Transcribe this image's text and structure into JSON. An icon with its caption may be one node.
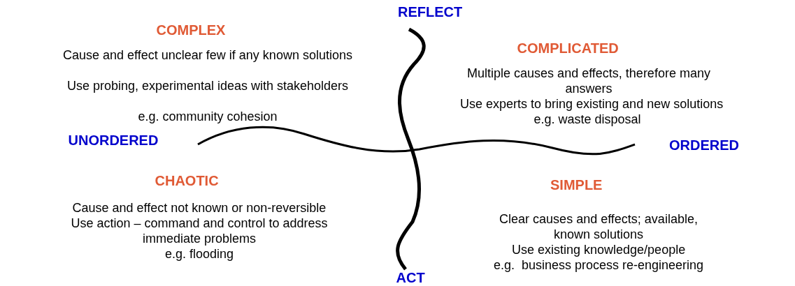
{
  "diagram": {
    "labels": [
      "REFLECT",
      "COMPLEX",
      "Cause and effect unclear few if any known solutions",
      "Use probing, experimental ideas with stakeholders",
      "e.g. community cohesion",
      "COMPLICATED",
      "Multiple causes and effects, therefore many answers",
      "Use experts to bring existing and new solutions",
      "e.g. waste disposal",
      "UNORDERED",
      "ORDERED",
      "CHAOTIC",
      "Cause and effect not known or non-reversible",
      "Use action – command and control to address immediate problems",
      "e.g. flooding",
      "SIMPLE",
      "Clear causes and effects; available, known solutions",
      "Use existing knowledge/people",
      "e.g.  business process re-engineering",
      "ACT"
    ]
  }
}
